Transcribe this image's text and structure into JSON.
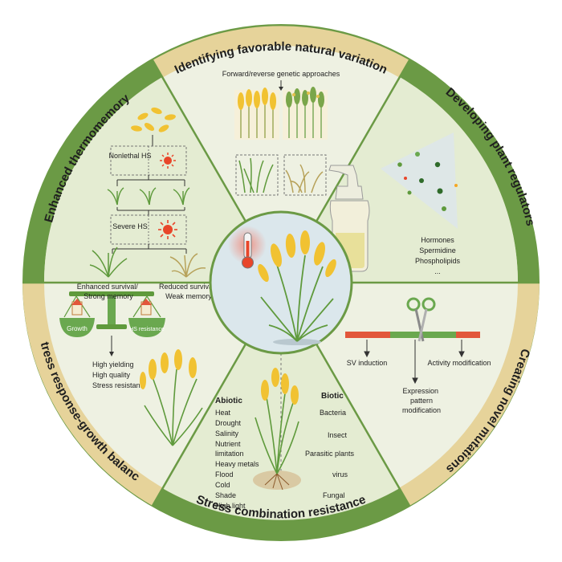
{
  "colors": {
    "outer_ring_green": "#6b9a45",
    "ring_cream": "#e6d39a",
    "panel_fill": "#eef1e2",
    "center_fill": "#dbe7ec",
    "wheat_yellow": "#f1c232",
    "leaf_green": "#5f9a3c",
    "sun_red": "#e8462a",
    "bar_red": "#e2573b",
    "bar_green": "#6aa84f"
  },
  "segments": {
    "top": {
      "title": "Identifying favorable natural variation",
      "subtitle": "Forward/reverse genetic approaches"
    },
    "upper_right": {
      "title": "Developing plant regulators",
      "items": [
        "Hormones",
        "Spermidine",
        "Phospholipids",
        "..."
      ]
    },
    "lower_right": {
      "title": "Creating novel mutations",
      "labels": [
        "SV induction",
        "Expression pattern modification",
        "Activity modification"
      ]
    },
    "bottom": {
      "title": "Stress combination resistance",
      "abiotic_header": "Abiotic",
      "abiotic_items": [
        "Heat",
        "Drought",
        "Salinity",
        "Nutrient",
        "limitation",
        "Heavy metals",
        "Flood",
        "Cold",
        "Shade",
        "High light"
      ],
      "biotic_header": "Biotic",
      "biotic_items": [
        "Bacteria",
        "Insect",
        "Parasitic plants",
        "virus",
        "Fungal"
      ]
    },
    "lower_left": {
      "title": "Stress response-growth balance",
      "pan_left": "Growth",
      "pan_right": "HS resistance",
      "outcomes": [
        "High yielding",
        "High quality",
        "Stress resistant"
      ]
    },
    "upper_left": {
      "title": "Enhanced thermomemory",
      "step1": "Nonlethal HS",
      "step2": "Severe HS",
      "result_left": "Enhanced survival/ Strong memory",
      "result_right": "Reduced survival/ Weak memory"
    }
  },
  "icons": [
    "thermometer-icon",
    "sun-icon",
    "scissors-icon",
    "spray-bottle-icon",
    "balance-scale-icon",
    "wheat-plant-icon",
    "seed-icon"
  ]
}
